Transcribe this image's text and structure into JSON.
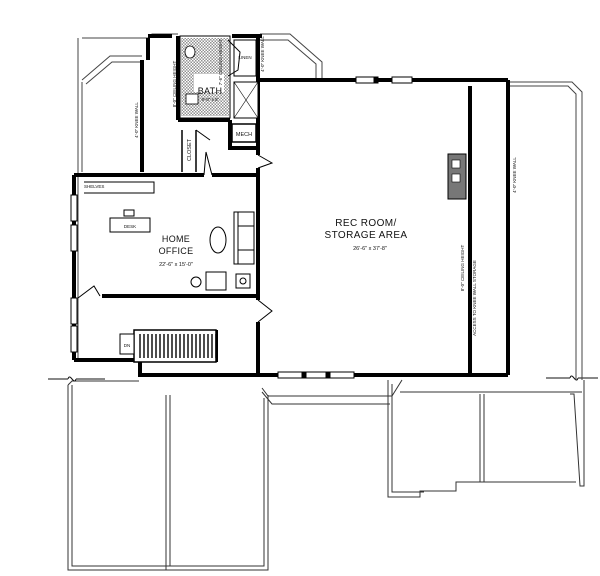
{
  "plan": {
    "rooms": {
      "rec_room_line1": "REC ROOM/",
      "rec_room_line2": "STORAGE AREA",
      "rec_room_dims": "26'-6\" x 37'-8\"",
      "office_line1": "HOME",
      "office_line2": "OFFICE",
      "office_dims": "22'-6\" x 15'-0\"",
      "bath": "BATH",
      "bath_dims": "9'-0\" x 8'",
      "linen": "LINEN",
      "mech": "MECH",
      "closet": "CLOSET",
      "desk": "DESK",
      "shelves": "SHELVES",
      "dn": "DN"
    },
    "notes": {
      "knee_wall_left": "4'-0\" KNEE WALL",
      "knee_wall_right": "4'-0\" KNEE WALL",
      "knee_wall_top": "4'-0\" KNEE WALL",
      "ceiling_height_left": "8'-0\" CEILING HEIGHT",
      "ceiling_height_right": "8'-0\" CEILING HEIGHT",
      "ceiling_height_bath": "7'-6\" CEILING HEIGHT",
      "access_storage": "ACCESS TO KNEE WALL STORAGE"
    }
  }
}
